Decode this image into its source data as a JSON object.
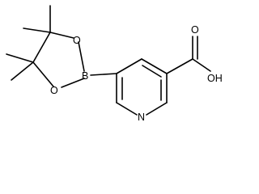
{
  "molecule": {
    "atom_labels": {
      "ring_oxygen_top": "O",
      "ring_oxygen_bottom": "O",
      "boron": "B",
      "pyridine_nitrogen": "N",
      "acid_hydroxyl": "OH",
      "acid_carbonyl_oxygen": "O"
    }
  }
}
